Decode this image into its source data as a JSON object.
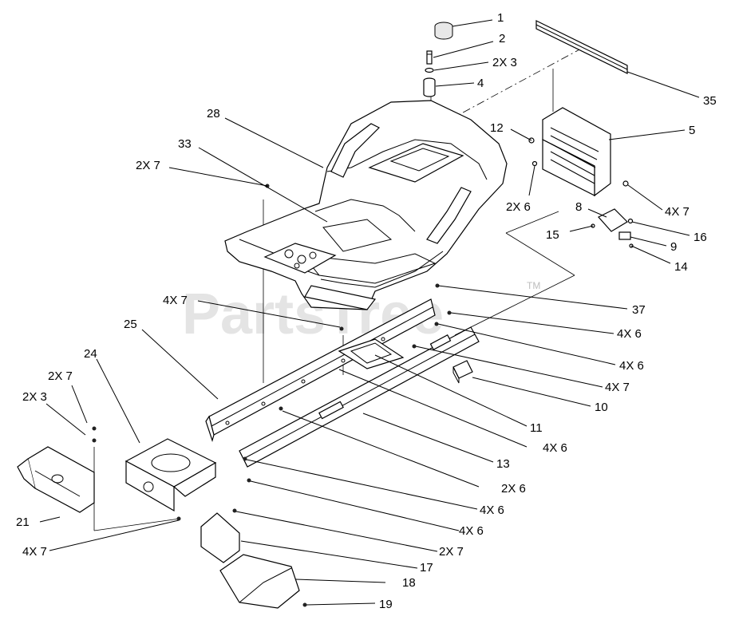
{
  "watermark": {
    "text": "PartsTree",
    "trademark": "TM"
  },
  "callouts": [
    {
      "id": "c1",
      "text": "1"
    },
    {
      "id": "c2",
      "text": "2"
    },
    {
      "id": "c3",
      "text": "2X 3"
    },
    {
      "id": "c4",
      "text": "4"
    },
    {
      "id": "c35",
      "text": "35"
    },
    {
      "id": "c28",
      "text": "28"
    },
    {
      "id": "c12",
      "text": "12"
    },
    {
      "id": "c5",
      "text": "5"
    },
    {
      "id": "c33",
      "text": "33"
    },
    {
      "id": "c2x7a",
      "text": "2X 7"
    },
    {
      "id": "c2x6a",
      "text": "2X 6"
    },
    {
      "id": "c8",
      "text": "8"
    },
    {
      "id": "c4x7a",
      "text": "4X 7"
    },
    {
      "id": "c15",
      "text": "15"
    },
    {
      "id": "c16",
      "text": "16"
    },
    {
      "id": "c9",
      "text": "9"
    },
    {
      "id": "c14",
      "text": "14"
    },
    {
      "id": "c4x7b",
      "text": "4X 7"
    },
    {
      "id": "c37",
      "text": "37"
    },
    {
      "id": "c25",
      "text": "25"
    },
    {
      "id": "c4x6a",
      "text": "4X 6"
    },
    {
      "id": "c4x6b",
      "text": "4X 6"
    },
    {
      "id": "c24",
      "text": "24"
    },
    {
      "id": "c4x7c",
      "text": "4X 7"
    },
    {
      "id": "c2x7b",
      "text": "2X 7"
    },
    {
      "id": "c10",
      "text": "10"
    },
    {
      "id": "c2x3b",
      "text": "2X 3"
    },
    {
      "id": "c11",
      "text": "11"
    },
    {
      "id": "c4x6c",
      "text": "4X 6"
    },
    {
      "id": "c13",
      "text": "13"
    },
    {
      "id": "c2x6b",
      "text": "2X 6"
    },
    {
      "id": "c4x6d",
      "text": "4X 6"
    },
    {
      "id": "c21",
      "text": "21"
    },
    {
      "id": "c4x6e",
      "text": "4X 6"
    },
    {
      "id": "c4x7d",
      "text": "4X 7"
    },
    {
      "id": "c2x7c",
      "text": "2X 7"
    },
    {
      "id": "c17",
      "text": "17"
    },
    {
      "id": "c18",
      "text": "18"
    },
    {
      "id": "c19",
      "text": "19"
    }
  ]
}
